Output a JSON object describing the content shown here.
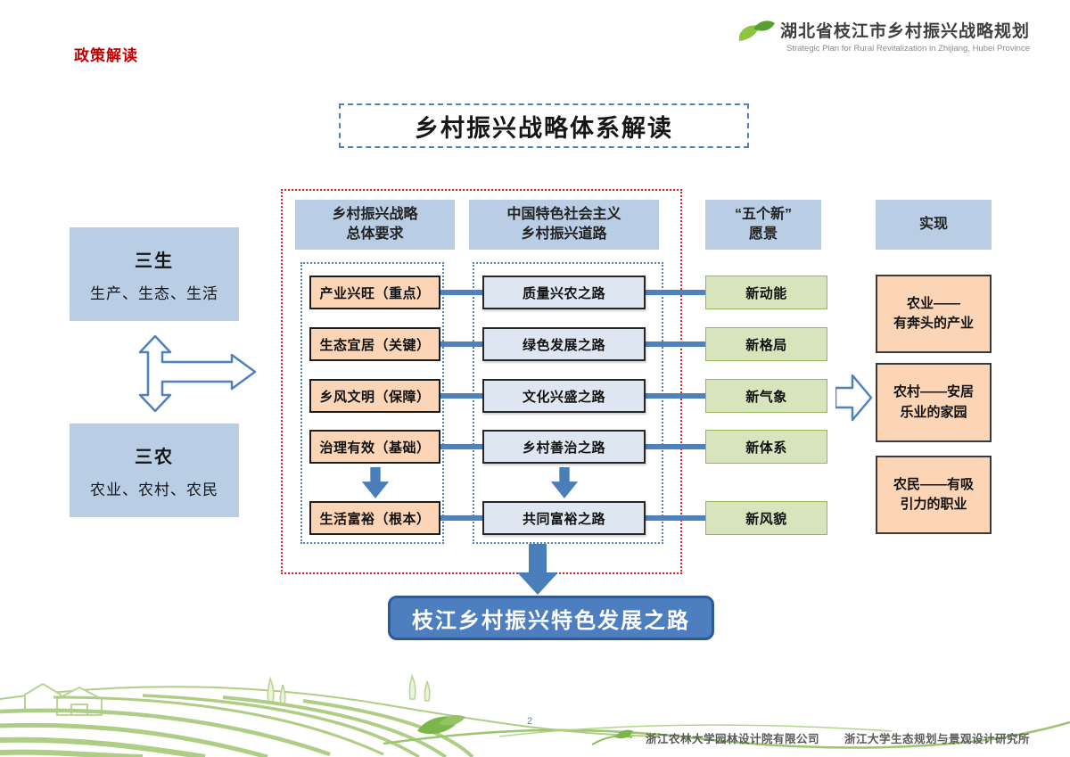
{
  "page": {
    "eyebrow": "政策解读",
    "page_number": "2"
  },
  "brand": {
    "title_cn": "湖北省枝江市乡村振兴战略规划",
    "title_en": "Strategic Plan for Rural Revitalization in Zhijiang, Hubei Province"
  },
  "diagram": {
    "title": "乡村振兴战略体系解读",
    "left_pair": {
      "sansheng": {
        "title": "三生",
        "subtitle": "生产、生态、生活"
      },
      "sannong": {
        "title": "三农",
        "subtitle": "农业、农村、农民"
      }
    },
    "columns": {
      "requirements": {
        "header": "乡村振兴战略\n总体要求",
        "items": [
          "产业兴旺（重点）",
          "生态宜居（关键）",
          "乡风文明（保障）",
          "治理有效（基础）",
          "生活富裕（根本）"
        ]
      },
      "roads": {
        "header": "中国特色社会主义\n乡村振兴道路",
        "items": [
          "质量兴农之路",
          "绿色发展之路",
          "文化兴盛之路",
          "乡村善治之路",
          "共同富裕之路"
        ]
      },
      "visions": {
        "header": "“五个新”\n愿景",
        "items": [
          "新动能",
          "新格局",
          "新气象",
          "新体系",
          "新风貌"
        ]
      },
      "realization": {
        "header": "实现",
        "items": [
          "农业——\n有奔头的产业",
          "农村——安居\n乐业的家园",
          "农民——有吸\n引力的职业"
        ]
      }
    },
    "conclusion": "枝江乡村振兴特色发展之路"
  },
  "footer": {
    "org1": "浙江农林大学园林设计院有限公司",
    "org2": "浙江大学生态规划与景观设计研究所"
  },
  "colors": {
    "accent_blue": "#4f81bd",
    "header_fill": "#b9cde5",
    "orange_fill": "#fbd5b5",
    "road_fill": "#dde6f1",
    "green_fill": "#d7e4bc",
    "green_border": "#97b65c",
    "conclusion_fill": "#4d7ebf",
    "conclusion_border": "#2e5b97",
    "red_accent": "#c00000",
    "footer_green": "#a9cb7f"
  }
}
